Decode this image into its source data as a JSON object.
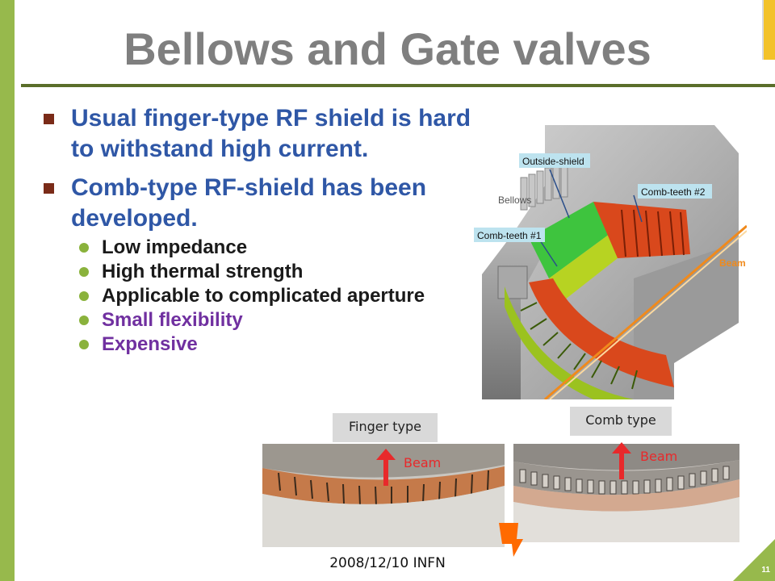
{
  "slide": {
    "title": "Bellows and Gate valves",
    "footer": "2008/12/10 INFN",
    "page_number": "11"
  },
  "bullets": [
    {
      "text": "Usual finger-type RF shield is hard to withstand high current."
    },
    {
      "text": "Comb-type RF-shield has been developed."
    }
  ],
  "sub_bullets": [
    {
      "text": "Low impedance",
      "color": "#1a1a1a"
    },
    {
      "text": "High thermal strength",
      "color": "#1a1a1a"
    },
    {
      "text": "Applicable to complicated aperture",
      "color": "#1a1a1a"
    },
    {
      "text": "Small flexibility",
      "color": "#7030a0"
    },
    {
      "text": "Expensive",
      "color": "#7030a0"
    }
  ],
  "diagram_labels": {
    "outside_shield": "Outside-shield",
    "bellows": "Bellows",
    "comb_teeth_2": "Comb-teeth #2",
    "comb_teeth_1": "Comb-teeth #1",
    "beam": "Beam"
  },
  "photos": {
    "finger_label": "Finger type",
    "comb_label": "Comb type",
    "beam_label": "Beam"
  },
  "colors": {
    "accent_green": "#97b94c",
    "title_gray": "#7f7f7f",
    "bullet_blue": "#2f57a6",
    "beam_red": "#e8292b",
    "emphasis_purple": "#7030a0"
  }
}
